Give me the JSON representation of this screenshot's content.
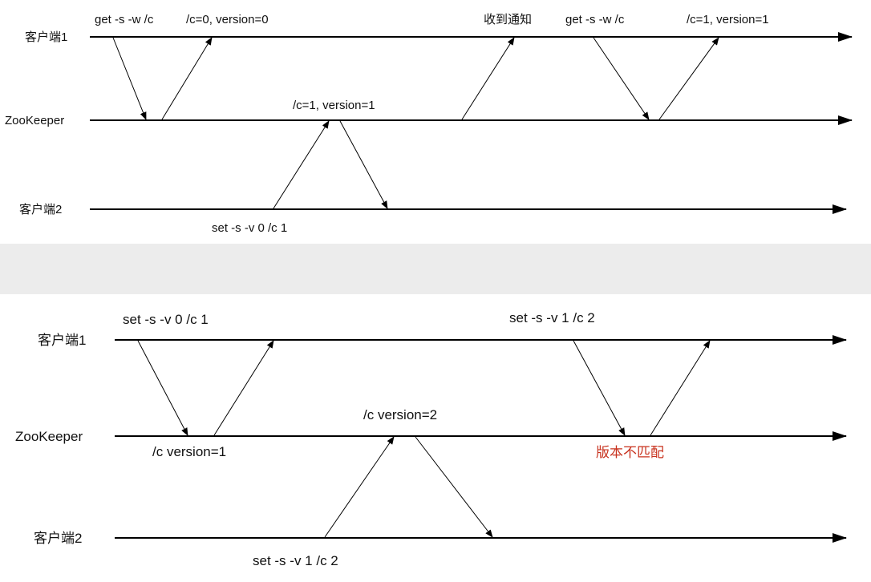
{
  "top": {
    "lanes": {
      "client1": "客户端1",
      "zookeeper": "ZooKeeper",
      "client2": "客户端2"
    },
    "labels": {
      "get1": "get -s -w /c",
      "resp1": "/c=0, version=0",
      "notify": "收到通知",
      "get2": "get -s -w /c",
      "resp2": "/c=1, version=1",
      "zk_state": "/c=1, version=1",
      "set": "set -s -v 0  /c 1"
    }
  },
  "bottom": {
    "lanes": {
      "client1": "客户端1",
      "zookeeper": "ZooKeeper",
      "client2": "客户端2"
    },
    "labels": {
      "set1": "set -s -v 0  /c 1",
      "set2": "set -s -v 1  /c 2",
      "zk_v1": "/c version=1",
      "zk_v2": "/c version=2",
      "mismatch": "版本不匹配",
      "set3": "set -s -v 1  /c 2"
    }
  },
  "colors": {
    "line": "#000000",
    "error": "#c8321e",
    "background": "#ffffff"
  }
}
